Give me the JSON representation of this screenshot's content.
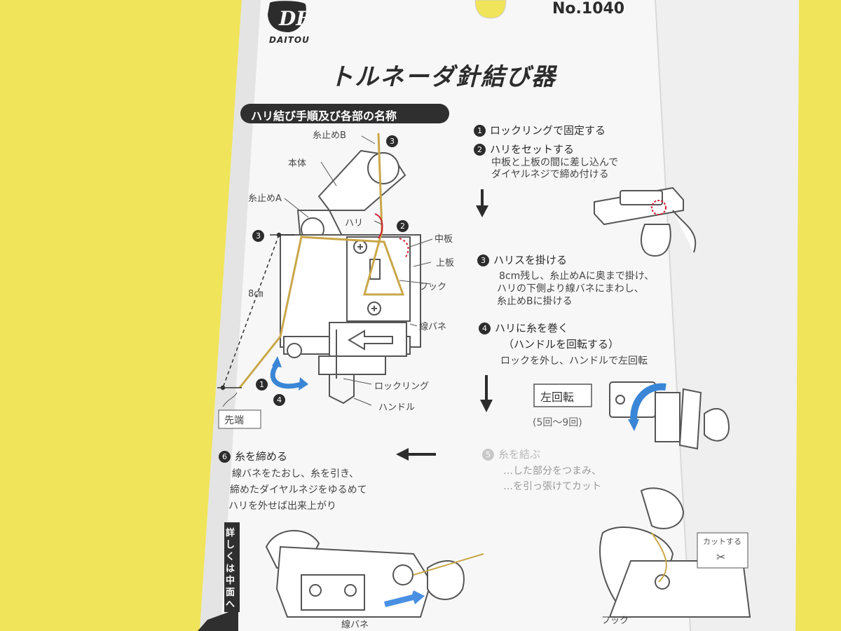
{
  "brand": {
    "name": "DAITOU",
    "model": "No.1040"
  },
  "product_title": "トルネーダ針結び器",
  "section_title": "ハリ結び手順及び各部の名称",
  "steps": [
    {
      "num": "1",
      "title": "ロックリングで固定する"
    },
    {
      "num": "2",
      "title": "ハリをセットする",
      "lines": [
        "中板と上板の間に差し込んで",
        "ダイヤルネジで締め付ける"
      ]
    },
    {
      "num": "3",
      "title": "ハリスを掛ける",
      "lines": [
        "8cm残し、糸止めAに奥まで掛け、",
        "ハリの下側より線バネにまわし、",
        "糸止めBに掛ける"
      ]
    },
    {
      "num": "4",
      "title": "ハリに糸を巻く",
      "title2": "（ハンドルを回転する）",
      "lines": [
        "ロックを外し、ハンドルで左回転"
      ]
    },
    {
      "num": "5",
      "title": "糸を結ぶ",
      "lines": [
        "…した部分をつまみ、",
        "…を引っ張けてカット"
      ]
    },
    {
      "num": "6",
      "title": "糸を締める",
      "lines": [
        "線バネをたおし、糸を引き、",
        "締めたダイヤルネジをゆるめて",
        "ハリを外せば出来上がり"
      ]
    }
  ],
  "parts": {
    "itodome_b": "糸止めB",
    "hontai": "本体",
    "itodome_a": "糸止めA",
    "hari": "ハリ",
    "nakaita": "中板",
    "uwaita": "上板",
    "hook": "フック",
    "senbane": "線バネ",
    "lockring": "ロックリング",
    "handle": "ハンドル",
    "senbane2": "線バネ",
    "hook2": "フック"
  },
  "diagram_marks": {
    "m1": "1",
    "m2": "2",
    "m3": "3",
    "m3b": "3",
    "m4": "4"
  },
  "measure_label": "8㎝",
  "saki_label": "先端",
  "rotation_box": "左回転",
  "rotation_count": "(5回〜9回)",
  "cut_label": "カットする",
  "side_label": "詳しくは中面へ",
  "colors": {
    "background": "#f0e45a",
    "card": "#f7f7f7",
    "ink": "#2c2c2c",
    "line": "#c9a74a",
    "accent": "#cc2233",
    "arrow": "#3a86d6"
  }
}
